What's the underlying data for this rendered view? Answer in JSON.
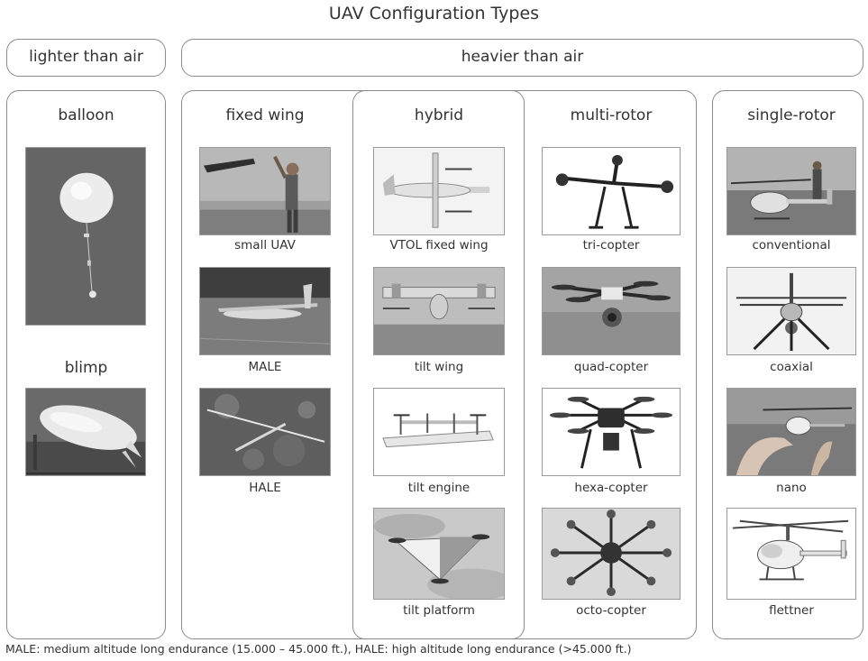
{
  "title": "UAV Configuration Types",
  "headers": {
    "lighter": "lighter than air",
    "heavier": "heavier than air"
  },
  "columns": {
    "lighter": {
      "sections": [
        {
          "label": "balloon",
          "image": "weather-balloon-photo"
        },
        {
          "label": "blimp",
          "image": "blimp-photo"
        }
      ]
    },
    "fixed_wing": {
      "label": "fixed wing",
      "items": [
        {
          "caption": "small UAV",
          "image": "hand-launched-uav-photo"
        },
        {
          "caption": "MALE",
          "image": "male-drone-photo"
        },
        {
          "caption": "HALE",
          "image": "hale-glider-photo"
        }
      ]
    },
    "hybrid": {
      "label": "hybrid",
      "items": [
        {
          "caption": "VTOL fixed wing",
          "image": "vtol-fixed-wing-photo"
        },
        {
          "caption": "tilt wing",
          "image": "tilt-wing-photo"
        },
        {
          "caption": "tilt engine",
          "image": "tilt-engine-photo"
        },
        {
          "caption": "tilt platform",
          "image": "tilt-platform-photo"
        }
      ]
    },
    "multi_rotor": {
      "label": "multi-rotor",
      "items": [
        {
          "caption": "tri-copter",
          "image": "tricopter-photo"
        },
        {
          "caption": "quad-copter",
          "image": "quadcopter-photo"
        },
        {
          "caption": "hexa-copter",
          "image": "hexacopter-photo"
        },
        {
          "caption": "octo-copter",
          "image": "octocopter-photo"
        }
      ]
    },
    "single_rotor": {
      "label": "single-rotor",
      "items": [
        {
          "caption": "conventional",
          "image": "conventional-helicopter-photo"
        },
        {
          "caption": "coaxial",
          "image": "coaxial-helicopter-photo"
        },
        {
          "caption": "nano",
          "image": "nano-helicopter-photo"
        },
        {
          "caption": "flettner",
          "image": "flettner-helicopter-photo"
        }
      ]
    }
  },
  "footnote": "MALE: medium altitude long endurance (15.000 – 45.000 ft.), HALE: high altitude long endurance (>45.000 ft.)"
}
